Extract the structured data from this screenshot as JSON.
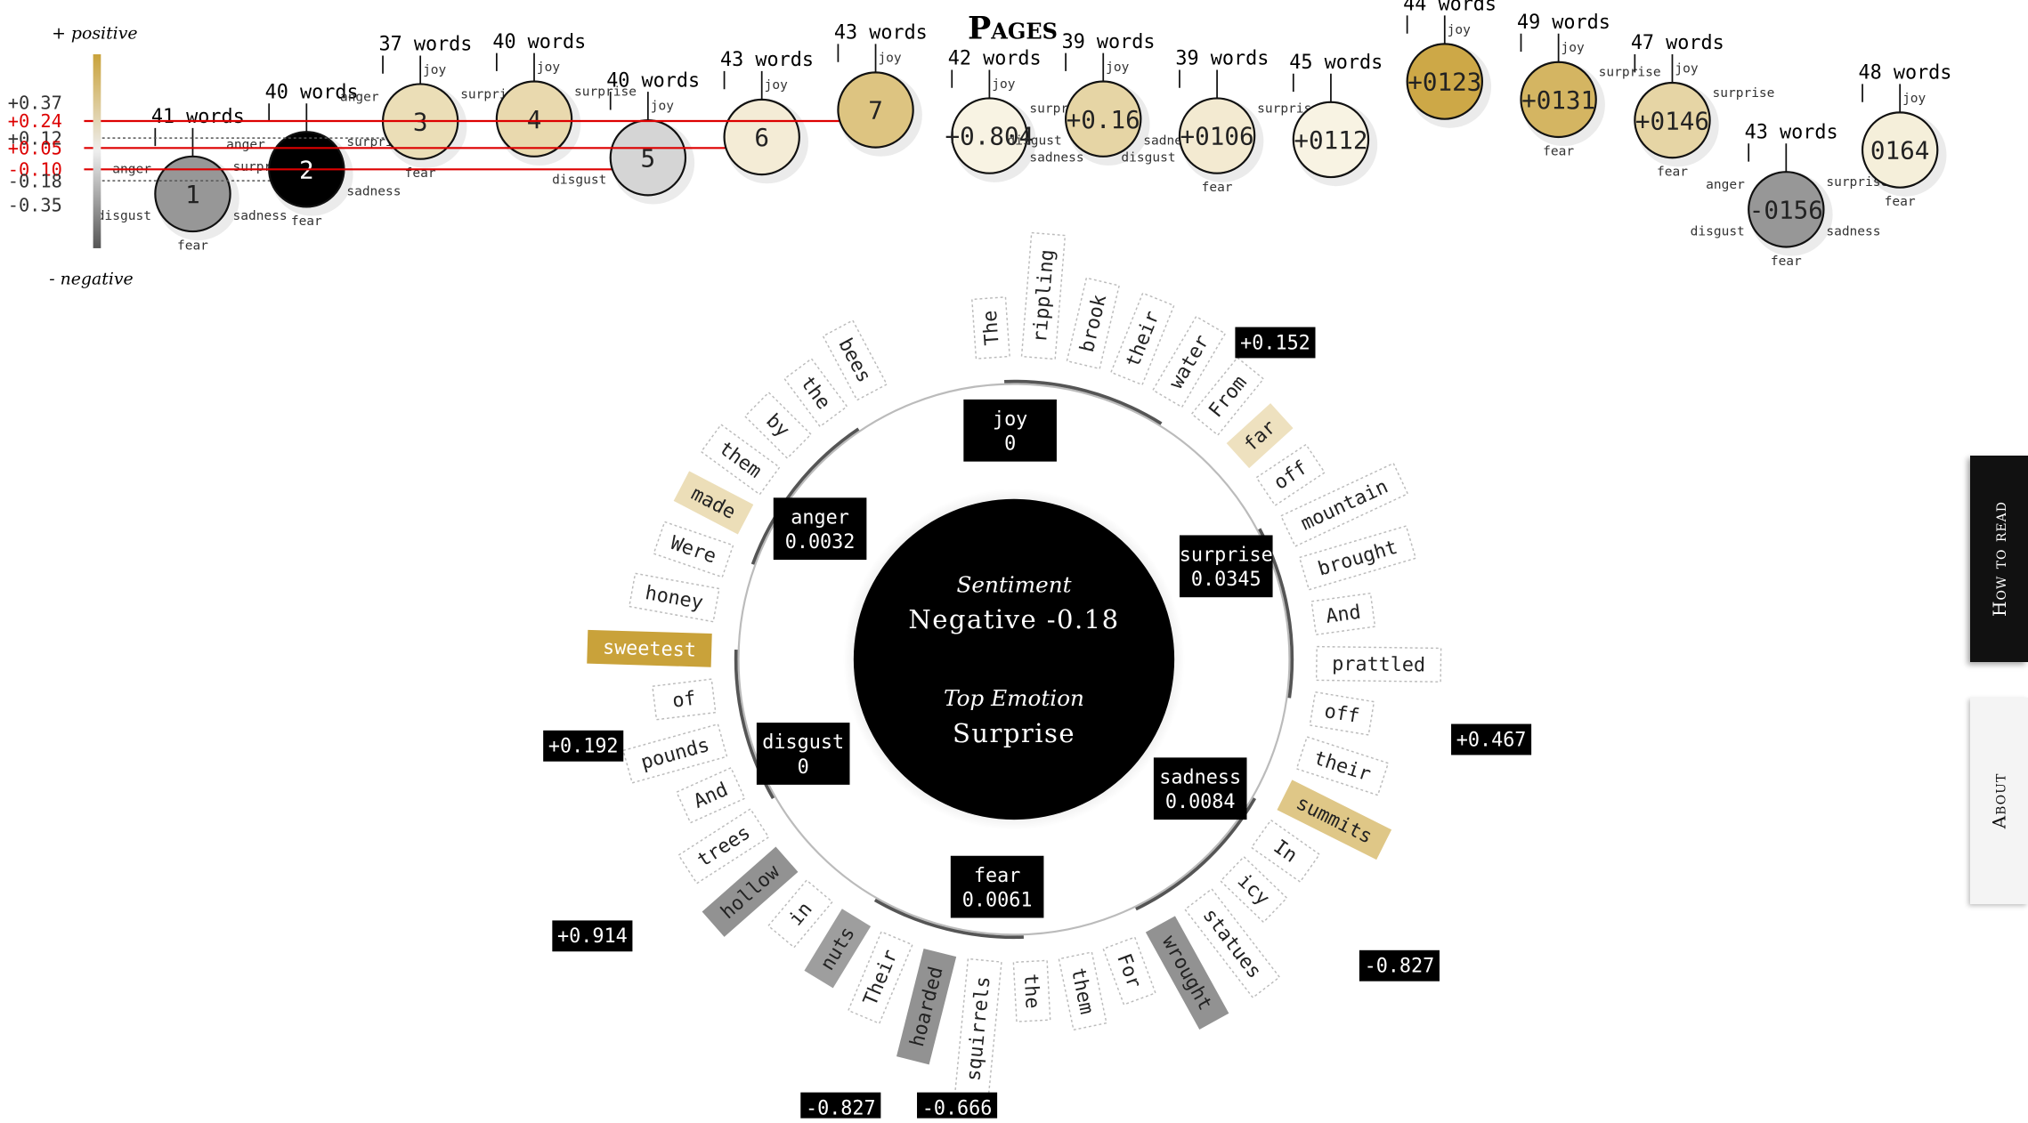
{
  "header": {
    "title": "Pages"
  },
  "legend": {
    "positive": "+ positive",
    "negative": "- negative"
  },
  "axis_ticks": [
    "+0.24",
    "+0.37",
    "+0.12",
    "+0.05",
    "-0.10",
    "-0.18",
    "-0.35"
  ],
  "center": {
    "sentiment_label": "Sentiment",
    "sentiment_value": "Negative -0.18",
    "top_emotion_label": "Top Emotion",
    "top_emotion_value": "Surprise"
  },
  "nav": {
    "how_to_read": "How to read",
    "about": "About"
  },
  "colors": {
    "positive": "#c9a23a",
    "negative": "#8a8a8a",
    "dark": "#000000"
  },
  "chart_data": {
    "type": "scatter",
    "title": "Pages",
    "pages": [
      {
        "page": "1",
        "words": "41 words",
        "sentiment": -0.35,
        "emotions": [
          "anger",
          "surprise",
          "disgust",
          "sadness",
          "fear"
        ]
      },
      {
        "page": "2",
        "words": "40 words",
        "sentiment": -0.18,
        "emotions": [
          "anger",
          "surprise",
          "sadness",
          "fear"
        ]
      },
      {
        "page": "3",
        "words": "37 words",
        "sentiment": 0.12,
        "emotions": [
          "joy",
          "anger",
          "surprise",
          "fear"
        ]
      },
      {
        "page": "4",
        "words": "40 words",
        "sentiment": 0.14,
        "emotions": [
          "joy",
          "surprise"
        ]
      },
      {
        "page": "5",
        "words": "40 words",
        "sentiment": -0.1,
        "emotions": [
          "joy",
          "disgust"
        ]
      },
      {
        "page": "6",
        "words": "43 words",
        "sentiment": 0.05,
        "emotions": [
          "joy"
        ]
      },
      {
        "page": "7",
        "words": "43 words",
        "sentiment": 0.24,
        "emotions": [
          "joy"
        ]
      },
      {
        "page": "+0.804",
        "words": "42 words",
        "sentiment": 0.02,
        "emotions": [
          "joy",
          "surprise",
          "sadness"
        ]
      },
      {
        "page": "+0.16",
        "words": "39 words",
        "sentiment": 0.16,
        "emotions": [
          "joy",
          "sadness",
          "disgust"
        ]
      },
      {
        "page": "+0106",
        "words": "39 words",
        "sentiment": 0.06,
        "emotions": [
          "surprise",
          "disgust",
          "fear"
        ]
      },
      {
        "page": "+0112",
        "words": "45 words",
        "sentiment": 0.02,
        "emotions": []
      },
      {
        "page": "+0123",
        "words": "44 words",
        "sentiment": 0.37,
        "emotions": [
          "joy"
        ]
      },
      {
        "page": "+0131",
        "words": "49 words",
        "sentiment": 0.31,
        "emotions": [
          "surprise",
          "joy",
          "fear"
        ]
      },
      {
        "page": "+0146",
        "words": "47 words",
        "sentiment": 0.16,
        "emotions": [
          "joy",
          "surprise",
          "fear"
        ]
      },
      {
        "page": "-0156",
        "words": "43 words",
        "sentiment": -0.35,
        "emotions": [
          "anger",
          "disgust",
          "surprise",
          "sadness",
          "fear"
        ]
      },
      {
        "page": "0164",
        "words": "48 words",
        "sentiment": 0.04,
        "emotions": [
          "joy",
          "fear"
        ]
      }
    ],
    "selected_page": {
      "words": [
        "The",
        "rippling",
        "brook",
        "their",
        "water",
        "From",
        "far",
        "off",
        "mountain",
        "brought",
        "And",
        "prattled",
        "off",
        "their",
        "summits",
        "In",
        "icy",
        "statues",
        "wrought",
        "For",
        "them",
        "the",
        "squirrels",
        "hoarded",
        "Their",
        "nuts",
        "in",
        "hollow",
        "trees",
        "And",
        "pounds",
        "of",
        "sweetest",
        "honey",
        "Were",
        "made",
        "them",
        "by",
        "the",
        "bees"
      ],
      "word_sentiment": [
        0,
        0,
        0,
        0,
        0,
        0,
        0.152,
        0,
        0,
        0,
        0,
        0,
        0,
        0,
        0.467,
        0,
        0,
        0,
        -0.827,
        0,
        0,
        0,
        0,
        -0.827,
        0,
        -0.666,
        0,
        -0.827,
        0,
        0,
        0,
        0,
        0.914,
        0,
        0,
        0.192,
        0,
        0,
        0,
        0
      ],
      "emotions": [
        {
          "name": "joy",
          "value": "0"
        },
        {
          "name": "surprise",
          "value": "0.0345"
        },
        {
          "name": "sadness",
          "value": "0.0084"
        },
        {
          "name": "fear",
          "value": "0.0061"
        },
        {
          "name": "disgust",
          "value": "0"
        },
        {
          "name": "anger",
          "value": "0.0032"
        }
      ],
      "score_labels": [
        "+0.152",
        "+0.467",
        "-0.827",
        "-0.827",
        "-0.666",
        "+0.914",
        "+0.192"
      ]
    }
  }
}
